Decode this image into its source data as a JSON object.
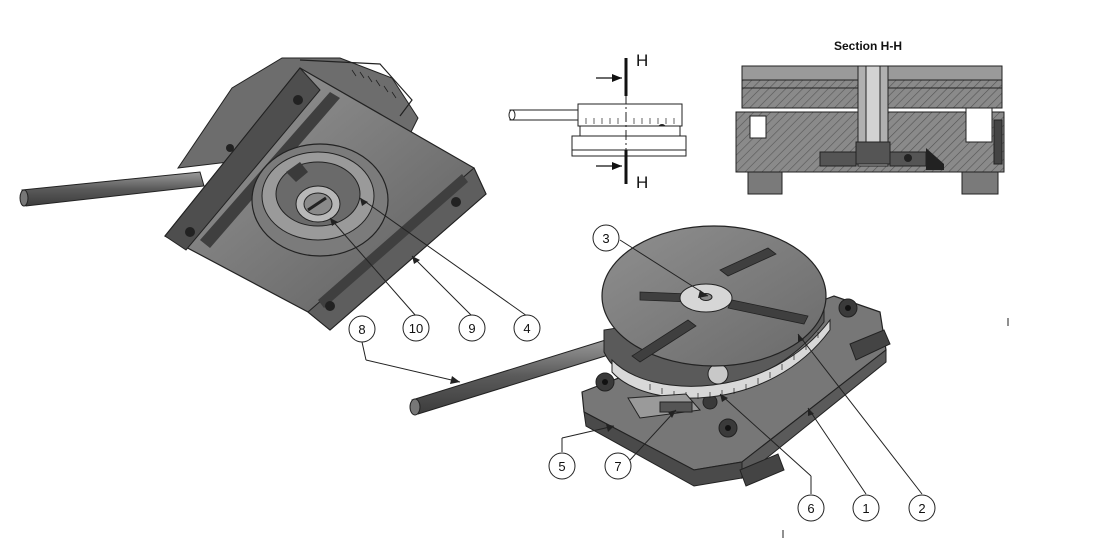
{
  "diagram": {
    "section_title": "Section H-H",
    "section_marker_top": "H",
    "section_marker_bottom": "H",
    "callouts": {
      "c1": "1",
      "c2": "2",
      "c3": "3",
      "c4": "4",
      "c5": "5",
      "c6": "6",
      "c7": "7",
      "c8": "8",
      "c9": "9",
      "c10": "10"
    }
  }
}
